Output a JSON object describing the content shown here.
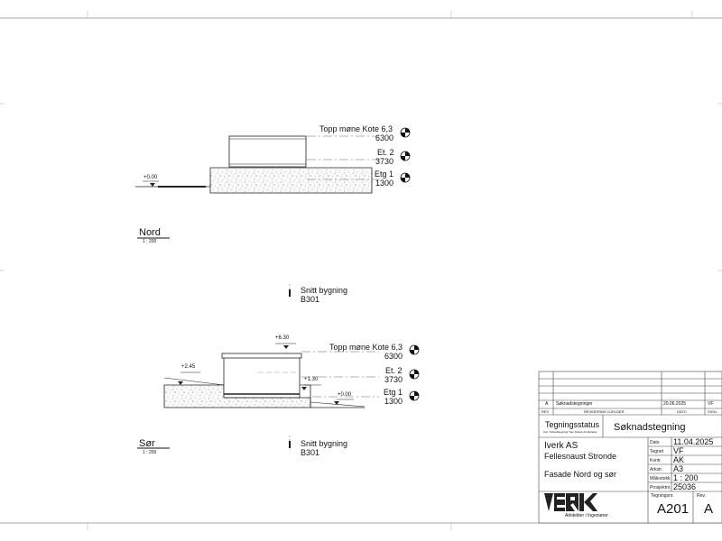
{
  "drawing": {
    "nord": {
      "view_title": "Nord",
      "view_scale": "1 : 200",
      "ridge_label": "Topp møne Kote 6,3",
      "ridge_value": "6300",
      "level2_label": "Et. 2",
      "level2_value": "3730",
      "level1_label": "Etg 1",
      "level1_value": "1300",
      "ground_elevation": "+0.00"
    },
    "sor": {
      "view_title": "Sør",
      "view_scale": "1 : 200",
      "section_top_label": "Snitt bygning",
      "section_top_ref": "B301",
      "section_bottom_label": "Snitt bygning",
      "section_bottom_ref": "B301",
      "ridge_label": "Topp møne Kote 6,3",
      "ridge_value": "6300",
      "level2_label": "Et. 2",
      "level2_value": "3730",
      "level1_label": "Etg 1",
      "level1_value": "1300",
      "elev_roof": "+6.30",
      "elev_left": "+2.45",
      "elev_step": "+1.30",
      "elev_right": "+0.00"
    }
  },
  "title_block": {
    "revision_row": {
      "rev": "A",
      "description": "Søknadstegninger",
      "date": "20.06.2025",
      "sign": "VF"
    },
    "revision_headers": {
      "rev": "REV",
      "description": "REVIDERING GJELDER",
      "date": "DATO",
      "sign": "SIGN."
    },
    "status_label": "Tegningsstatus",
    "status_note": "Kun \"Arbeidstegning\" kan brukes til utførelse",
    "status_value": "Søknadstegning",
    "company": "Iverk AS",
    "project": "Fellesnaust Stronde",
    "drawing_title": "Fasade Nord og sør",
    "fields": [
      {
        "label": "Dato",
        "value": "11.04.2025"
      },
      {
        "label": "Tegnet",
        "value": "VF"
      },
      {
        "label": "Kontr.",
        "value": "AK"
      },
      {
        "label": "Arkstr.",
        "value": "A3"
      },
      {
        "label": "Målestokk",
        "value": "1 : 200"
      },
      {
        "label": "Prosjektnr.",
        "value": "25036"
      }
    ],
    "logo_text": "VERK",
    "logo_tagline": "Arkitekter i Ingeniører",
    "drawing_no_label": "Tegningsnr.",
    "drawing_no": "A201",
    "rev_label": "Rev.",
    "rev_value": "A"
  }
}
